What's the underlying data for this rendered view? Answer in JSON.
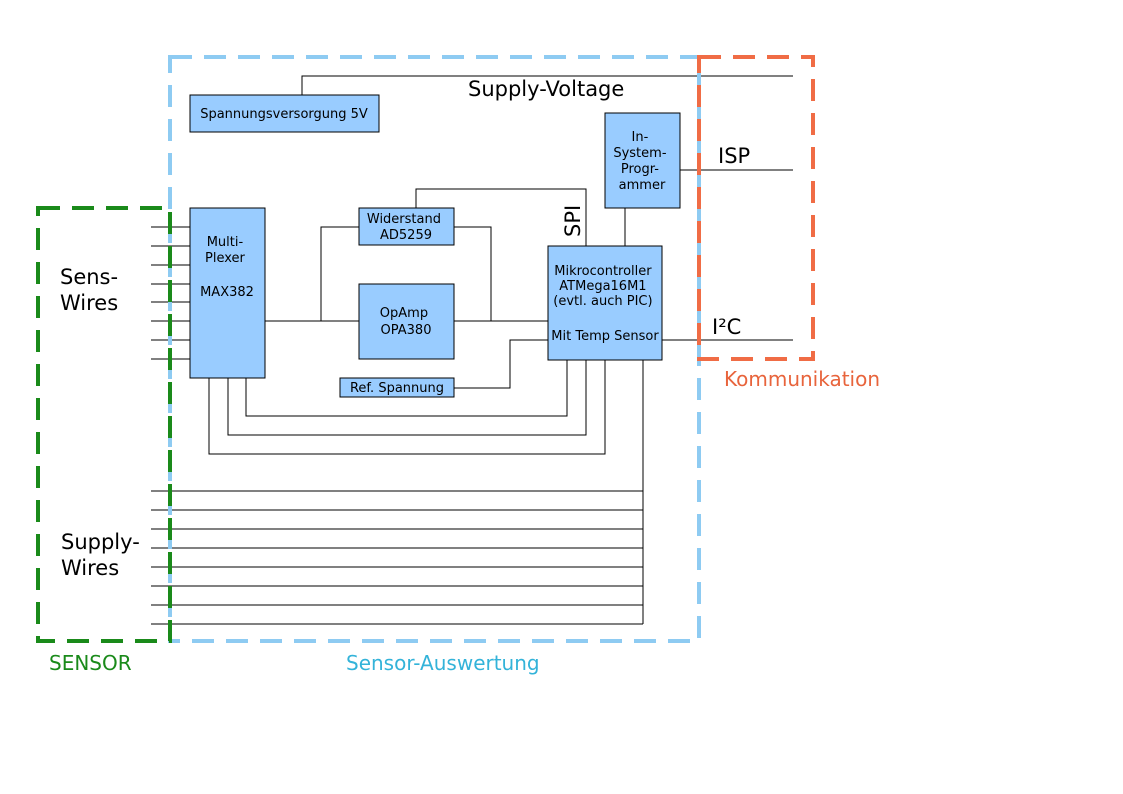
{
  "colors": {
    "box_fill": "#99ccff",
    "sensor_frame": "#1a8a1a",
    "auswertung_frame": "#8ecbf2",
    "kommunikation_frame": "#f06c45",
    "sensor_label": "#1a8a1a",
    "auswertung_label": "#33b3d9",
    "kommunikation_label": "#e8643c"
  },
  "groups": {
    "sensor": "SENSOR",
    "auswertung": "Sensor-Auswertung",
    "kommunikation": "Kommunikation"
  },
  "labels": {
    "supply_voltage": "Supply-Voltage",
    "isp": "ISP",
    "i2c": "I²C",
    "spi": "SPI",
    "sens_wires": [
      "Sens-",
      "Wires"
    ],
    "supply_wires": [
      "Supply-",
      "Wires"
    ]
  },
  "blocks": {
    "power": [
      "Spannungsversorgung 5V"
    ],
    "isp_prog": [
      "In-",
      "System-",
      "Progr-",
      "ammer"
    ],
    "mux": [
      "Multi-",
      "Plexer",
      "",
      "MAX382"
    ],
    "resistor": [
      "Widerstand",
      "AD5259"
    ],
    "opamp": [
      "OpAmp",
      "OPA380"
    ],
    "ref": [
      "Ref. Spannung"
    ],
    "mcu": [
      "Mikrocontroller",
      "ATMega16M1",
      "(evtl. auch PIC)",
      "",
      "Mit Temp Sensor"
    ]
  }
}
